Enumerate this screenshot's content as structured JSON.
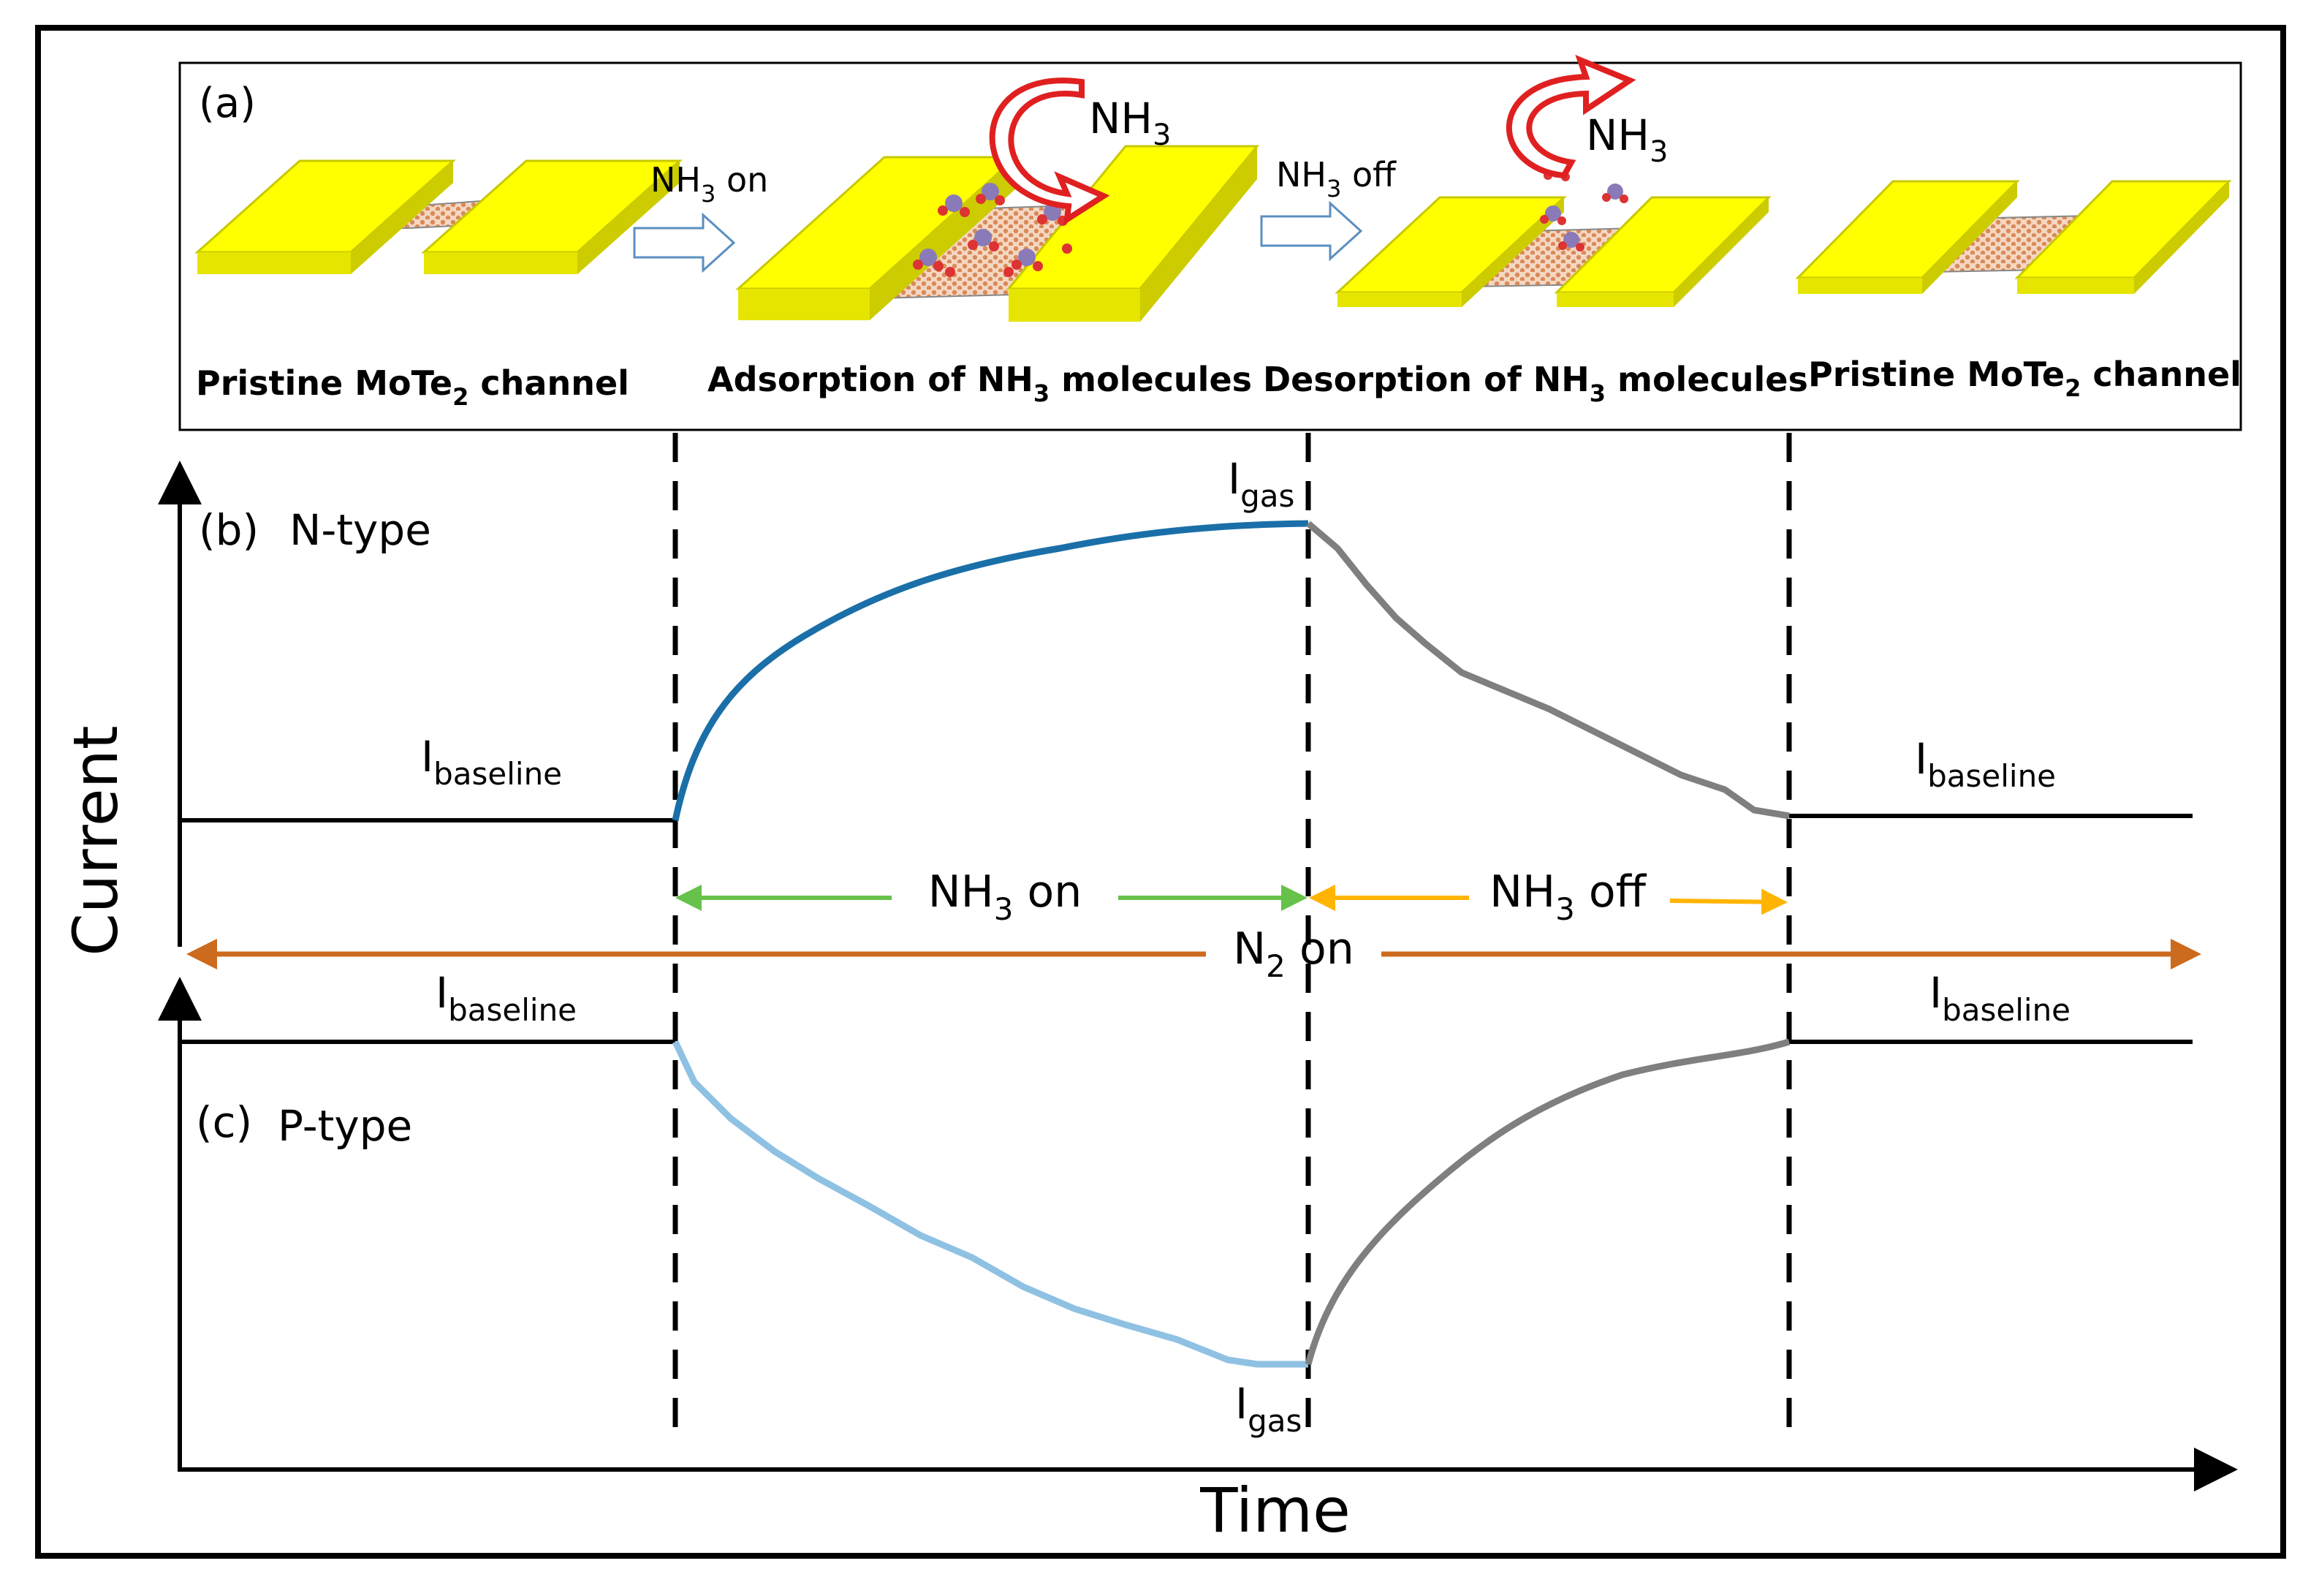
{
  "panel_a": {
    "label": "(a)",
    "captions": [
      {
        "text": "Pristine MoTe",
        "sub": "2",
        "after": " channel"
      },
      {
        "text": "Adsorption of NH",
        "sub": "3",
        "after": " molecules"
      },
      {
        "text": "Desorption of NH",
        "sub": "3",
        "after": " molecules"
      },
      {
        "text": "Pristine MoTe",
        "sub": "2",
        "after": " channel"
      }
    ],
    "arrow_on": {
      "text": "NH",
      "sub": "3",
      "after": " on"
    },
    "arrow_off": {
      "text": "NH",
      "sub": "3",
      "after": " off"
    },
    "gas_label": {
      "text": "NH",
      "sub": "3"
    }
  },
  "panel_b": {
    "label": "(b)",
    "type_label": "N-type",
    "i_gas": {
      "text": "I",
      "sub": "gas"
    },
    "i_baseline_left": {
      "text": "I",
      "sub": "baseline"
    },
    "i_baseline_right": {
      "text": "I",
      "sub": "baseline"
    }
  },
  "panel_c": {
    "label": "(c)",
    "type_label": "P-type",
    "i_gas": {
      "text": "I",
      "sub": "gas"
    },
    "i_baseline_left": {
      "text": "I",
      "sub": "baseline"
    },
    "i_baseline_right": {
      "text": "I",
      "sub": "baseline"
    }
  },
  "arrows": {
    "nh3_on": {
      "text": "NH",
      "sub": "3",
      "after": " on"
    },
    "nh3_off": {
      "text": "NH",
      "sub": "3",
      "after": " off"
    },
    "n2_on": {
      "text": "N",
      "sub": "2",
      "after": " on"
    }
  },
  "axes": {
    "y_label": "Current",
    "x_label": "Time"
  },
  "colors": {
    "electrode": "#ffff00",
    "electrode_edge": "#c8c800",
    "channel": "#e6a27a",
    "n_adsorb_curve": "#1a6fa8",
    "p_adsorb_curve": "#8fc1e3",
    "desorb_curve": "#7f7f7f",
    "nh3_on_arrow": "#66c24a",
    "nh3_off_arrow": "#ffb400",
    "n2_arrow": "#cc6a1e",
    "gas_arrow": "#e02020"
  }
}
